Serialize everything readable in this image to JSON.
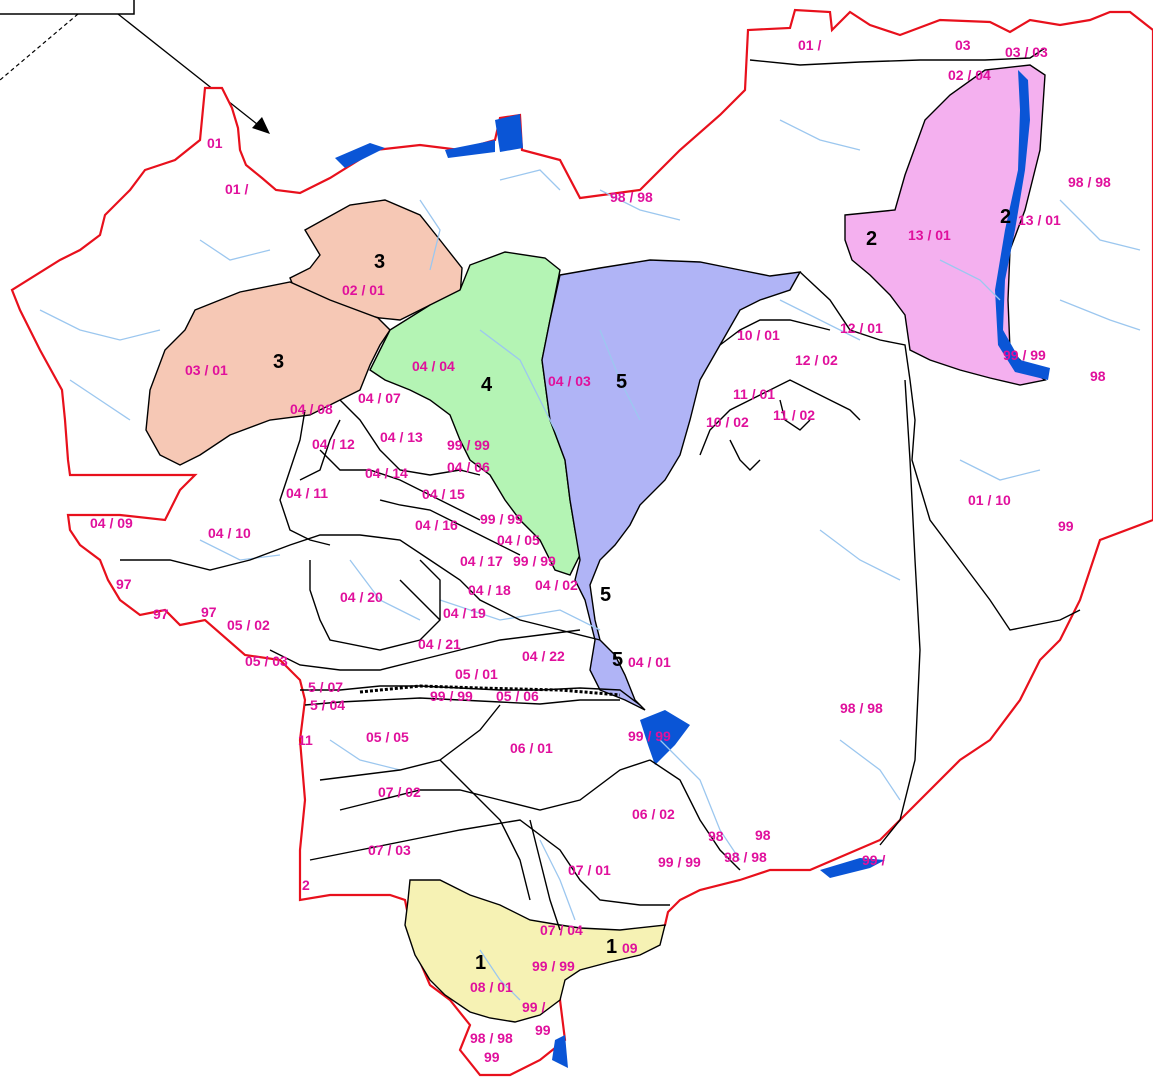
{
  "colors": {
    "outline": "#e8101c",
    "label": "#e0109c",
    "water": "#0a55d6",
    "zone1": "#f6f2b4",
    "zone2": "#f4b0ef",
    "zone3": "#f6c8b5",
    "zone4": "#b4f4b4",
    "zone5": "#b0b4f6"
  },
  "zone_numbers": [
    "3",
    "3",
    "4",
    "5",
    "5",
    "5",
    "2",
    "2",
    "1",
    "1"
  ],
  "codes": [
    "01 /",
    "03",
    "03 / 03",
    "02 / 04",
    "01",
    "01 /",
    "98 / 98",
    "98 / 98",
    "13 / 01",
    "13 / 01",
    "3",
    "02 / 01",
    "10 / 01",
    "12 / 01",
    "12 / 02",
    "03 / 01",
    "04 / 04",
    "04 / 03",
    "11 / 01",
    "10 / 02",
    "11 / 02",
    "99 / 99",
    "98",
    "04 / 08",
    "04 / 07",
    "04 / 12",
    "04 / 13",
    "99 / 99",
    "04 / 14",
    "04 / 06",
    "04 / 11",
    "04 / 15",
    "01 / 10",
    "04 / 09",
    "04 / 10",
    "04 / 16",
    "99 / 99",
    "99",
    "04 / 05",
    "04 / 17",
    "99 / 99",
    "97",
    "04 / 18",
    "04 / 02",
    "04 / 20",
    "97",
    "97",
    "05 / 02",
    "04 / 19",
    "04 / 21",
    "04 / 22",
    "04 / 01",
    "05 / 03",
    "05 / 01",
    "5 / 07",
    "99 / 99",
    "05 / 06",
    "5 / 04",
    "98 / 98",
    "05 / 05",
    "06 / 01",
    "99 / 99",
    "11",
    "07 / 02",
    "06 / 02",
    "98",
    "98",
    "07 / 03",
    "99 / 99",
    "98 / 98",
    "99 /",
    "07 / 01",
    "2",
    "07 / 04",
    "09",
    "99 / 99",
    "08 / 01",
    "99 /",
    "98 / 98",
    "99",
    "99"
  ]
}
